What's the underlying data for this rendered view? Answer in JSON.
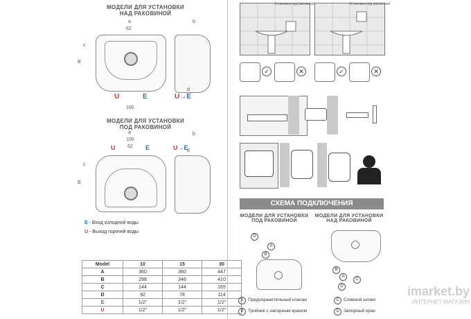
{
  "left": {
    "section1_title_line1": "МОДЕЛИ ДЛЯ УСТАНОВКИ",
    "section1_title_line2": "НАД РАКОВИНОЙ",
    "section2_title_line1": "МОДЕЛИ ДЛЯ УСТАНОВКИ",
    "section2_title_line2": "ПОД РАКОВИНОЙ",
    "dim_a": "a",
    "dim_b": "b",
    "dim_c": "c",
    "dim_d": "d",
    "dim_B": "B",
    "dim_62": "62",
    "dim_100": "100",
    "dim_100b": "100",
    "dim_62b": "62",
    "u_letter": "U",
    "e_letter": "E",
    "ue_arrow": "U - E",
    "legend_e_letter": "E",
    "legend_e_text": " - Вход холодной воды",
    "legend_u_letter": "U",
    "legend_u_text": " - Выход горячей воды"
  },
  "table": {
    "headers": [
      "Model",
      "10",
      "15",
      "30"
    ],
    "rows": [
      [
        "A",
        "360",
        "360",
        "447"
      ],
      [
        "B",
        "298",
        "346",
        "410"
      ],
      [
        "C",
        "144",
        "144",
        "165"
      ],
      [
        "D",
        "92",
        "78",
        "114"
      ],
      [
        "E",
        "1/2\"",
        "1/2\"",
        "1/2\""
      ],
      [
        "U",
        "1/2\"",
        "1/2\"",
        "1/2\""
      ]
    ]
  },
  "right": {
    "label_above_left": "Установка над раковиной",
    "label_above_right": "Установка под раковиной",
    "schema_title": "СХЕМА ПОДКЛЮЧЕНИЯ",
    "schema_left_line1": "МОДЕЛИ ДЛЯ УСТАНОВКИ",
    "schema_left_line2": "ПОД РАКОВИНОЙ",
    "schema_right_line1": "МОДЕЛИ ДЛЯ УСТАНОВКИ",
    "schema_right_line2": "НАД РАКОВИНОЙ",
    "legend_a": "Предохранительный клапан",
    "legend_b": "Тройник с запорным краном",
    "legend_c": "Сливной шланг",
    "legend_d": "Запорный кран",
    "letter_a": "A",
    "letter_b": "B",
    "letter_c": "C",
    "letter_d": "D"
  },
  "watermark": {
    "brand": "imarket.by",
    "sub": "ИНТЕРНЕТ-МАГАЗИН"
  },
  "colors": {
    "cold": "#1a73c9",
    "hot": "#d0342c"
  }
}
